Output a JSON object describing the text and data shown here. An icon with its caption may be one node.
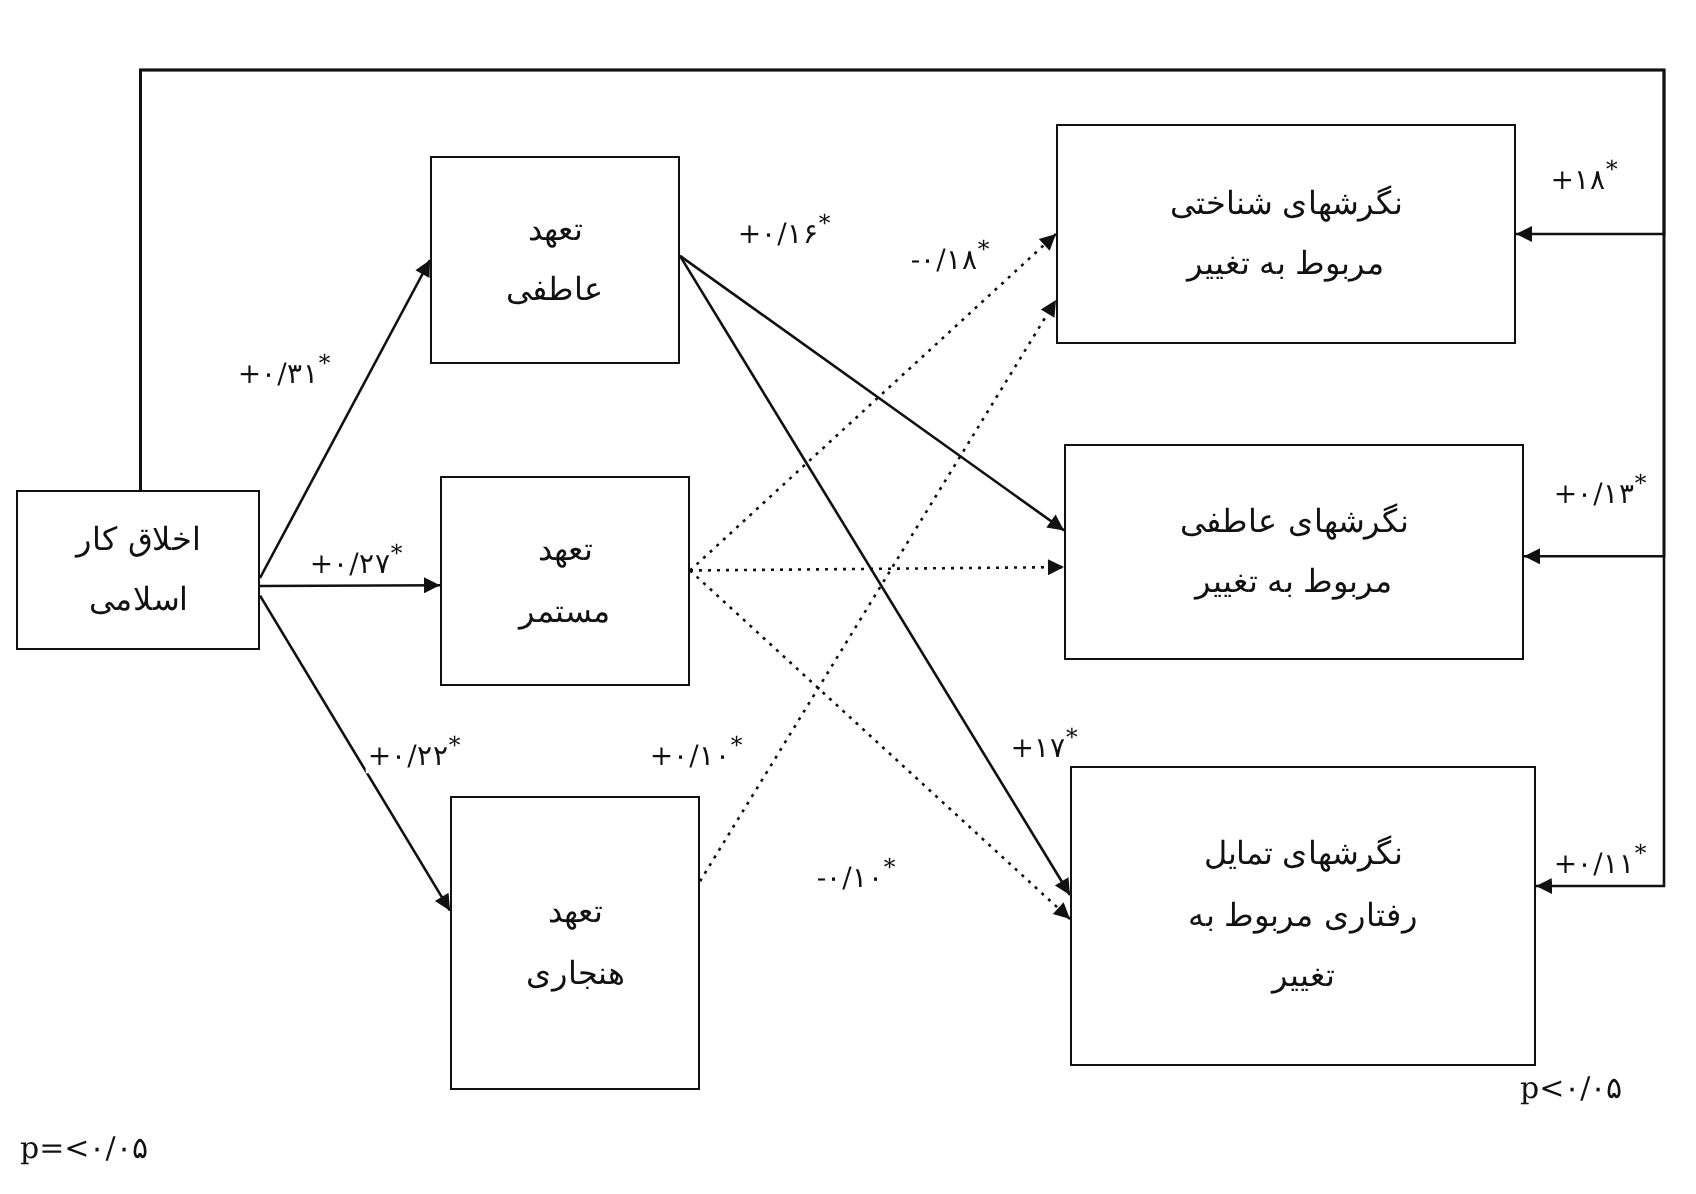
{
  "diagram": {
    "nodes": [
      {
        "text": [
          "اخلاق کار اسلامی"
        ]
      },
      {
        "text": [
          "تعهد عاطفی"
        ]
      },
      {
        "text": [
          "تعهد مستمر"
        ]
      },
      {
        "text": [
          "تعهد هنجاری"
        ]
      },
      {
        "text": [
          "نگرشهای شناختی مربوط به تغییر"
        ]
      },
      {
        "text": [
          "نگرشهای عاطفی مربوط به تغییر"
        ]
      },
      {
        "text": [
          "نگرشهای تمایل رفتاری مربوط به تغییر"
        ]
      }
    ],
    "edges": [
      {
        "from": 0,
        "to": 1,
        "arrow": "to",
        "label": "+۰/۳۱$^{*}$"
      },
      {
        "from": 0,
        "to": 2,
        "arrow": "to",
        "label": "+۰/۲۷$^{*}$"
      },
      {
        "from": 0,
        "to": 3,
        "arrow": "to",
        "label": "+۰/۲۲$^{*}$"
      },
      {
        "from": 1,
        "to": 5,
        "arrow": "to",
        "label": "+۰/۱۶$^{*}$"
      },
      {
        "from": 1,
        "to": 6,
        "arrow": "to",
        "label": "+۱۷$^{*}$"
      },
      {
        "from": 2,
        "to": 4,
        "arrow": "to",
        "style": "dashed",
        "label": "-۰/۱۸$^{*}$"
      },
      {
        "from": 2,
        "to": 5,
        "arrow": "to",
        "style": "dashed"
      },
      {
        "from": 2,
        "to": 6,
        "arrow": "to",
        "style": "dashed",
        "label": "-۰/۱۰$^{*}$"
      },
      {
        "from": 3,
        "to": 4,
        "arrow": "to",
        "style": "dashed",
        "label": "+۰/۱۰$^{*}$"
      },
      {
        "from": 0,
        "to": 4,
        "arrow": "to",
        "label": "+۱۸$^{*}$"
      },
      {
        "from": 0,
        "to": 5,
        "arrow": "to",
        "label": "+۰/۱۳$^{*}$"
      },
      {
        "from": 0,
        "to": 6,
        "arrow": "to",
        "label": "+۰/۱۱$^{*}$"
      }
    ],
    "labels": [
      "p<۰/۰۵",
      "p=<۰/۰۵"
    ]
  }
}
